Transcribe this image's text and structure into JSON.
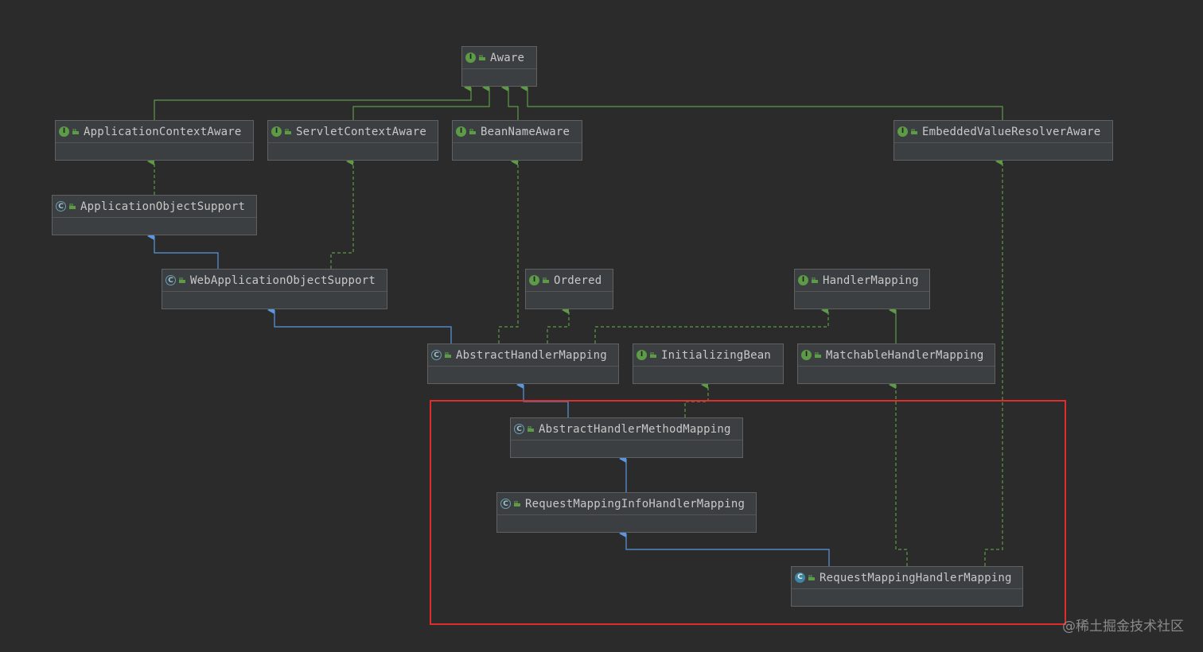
{
  "diagram": {
    "nodes": [
      {
        "id": "aware",
        "label": "Aware",
        "kind": "interface"
      },
      {
        "id": "applicationContextAware",
        "label": "ApplicationContextAware",
        "kind": "interface"
      },
      {
        "id": "servletContextAware",
        "label": "ServletContextAware",
        "kind": "interface"
      },
      {
        "id": "beanNameAware",
        "label": "BeanNameAware",
        "kind": "interface"
      },
      {
        "id": "embeddedValueResolverAware",
        "label": "EmbeddedValueResolverAware",
        "kind": "interface"
      },
      {
        "id": "applicationObjectSupport",
        "label": "ApplicationObjectSupport",
        "kind": "abstract-class"
      },
      {
        "id": "webApplicationObjectSupport",
        "label": "WebApplicationObjectSupport",
        "kind": "abstract-class"
      },
      {
        "id": "ordered",
        "label": "Ordered",
        "kind": "interface"
      },
      {
        "id": "handlerMapping",
        "label": "HandlerMapping",
        "kind": "interface"
      },
      {
        "id": "abstractHandlerMapping",
        "label": "AbstractHandlerMapping",
        "kind": "abstract-class"
      },
      {
        "id": "initializingBean",
        "label": "InitializingBean",
        "kind": "interface"
      },
      {
        "id": "matchableHandlerMapping",
        "label": "MatchableHandlerMapping",
        "kind": "interface"
      },
      {
        "id": "abstractHandlerMethodMapping",
        "label": "AbstractHandlerMethodMapping",
        "kind": "abstract-class"
      },
      {
        "id": "requestMappingInfoHandlerMapping",
        "label": "RequestMappingInfoHandlerMapping",
        "kind": "abstract-class"
      },
      {
        "id": "requestMappingHandlerMapping",
        "label": "RequestMappingHandlerMapping",
        "kind": "class"
      }
    ],
    "edges": [
      {
        "from": "applicationContextAware",
        "to": "aware",
        "type": "extends-interface"
      },
      {
        "from": "servletContextAware",
        "to": "aware",
        "type": "extends-interface"
      },
      {
        "from": "beanNameAware",
        "to": "aware",
        "type": "extends-interface"
      },
      {
        "from": "embeddedValueResolverAware",
        "to": "aware",
        "type": "extends-interface"
      },
      {
        "from": "applicationObjectSupport",
        "to": "applicationContextAware",
        "type": "implements"
      },
      {
        "from": "webApplicationObjectSupport",
        "to": "applicationObjectSupport",
        "type": "extends"
      },
      {
        "from": "webApplicationObjectSupport",
        "to": "servletContextAware",
        "type": "implements"
      },
      {
        "from": "abstractHandlerMapping",
        "to": "webApplicationObjectSupport",
        "type": "extends"
      },
      {
        "from": "abstractHandlerMapping",
        "to": "beanNameAware",
        "type": "implements"
      },
      {
        "from": "abstractHandlerMapping",
        "to": "ordered",
        "type": "implements"
      },
      {
        "from": "abstractHandlerMapping",
        "to": "handlerMapping",
        "type": "implements"
      },
      {
        "from": "matchableHandlerMapping",
        "to": "handlerMapping",
        "type": "extends-interface"
      },
      {
        "from": "abstractHandlerMethodMapping",
        "to": "abstractHandlerMapping",
        "type": "extends"
      },
      {
        "from": "abstractHandlerMethodMapping",
        "to": "initializingBean",
        "type": "implements"
      },
      {
        "from": "requestMappingInfoHandlerMapping",
        "to": "abstractHandlerMethodMapping",
        "type": "extends"
      },
      {
        "from": "requestMappingHandlerMapping",
        "to": "requestMappingInfoHandlerMapping",
        "type": "extends"
      },
      {
        "from": "requestMappingHandlerMapping",
        "to": "matchableHandlerMapping",
        "type": "implements"
      },
      {
        "from": "requestMappingHandlerMapping",
        "to": "embeddedValueResolverAware",
        "type": "implements"
      }
    ],
    "highlight": {
      "nodes": [
        "abstractHandlerMethodMapping",
        "requestMappingInfoHandlerMapping",
        "requestMappingHandlerMapping"
      ],
      "color": "#e22b2b"
    },
    "colors": {
      "interface_edge": "#5d9b47",
      "class_edge": "#5a97e0",
      "node_fill": "#3c3f41",
      "background": "#2b2b2b"
    }
  },
  "kind_glyphs": {
    "interface": "I",
    "abstract-class": "C",
    "class": "C"
  },
  "watermark": "@稀土掘金技术社区"
}
